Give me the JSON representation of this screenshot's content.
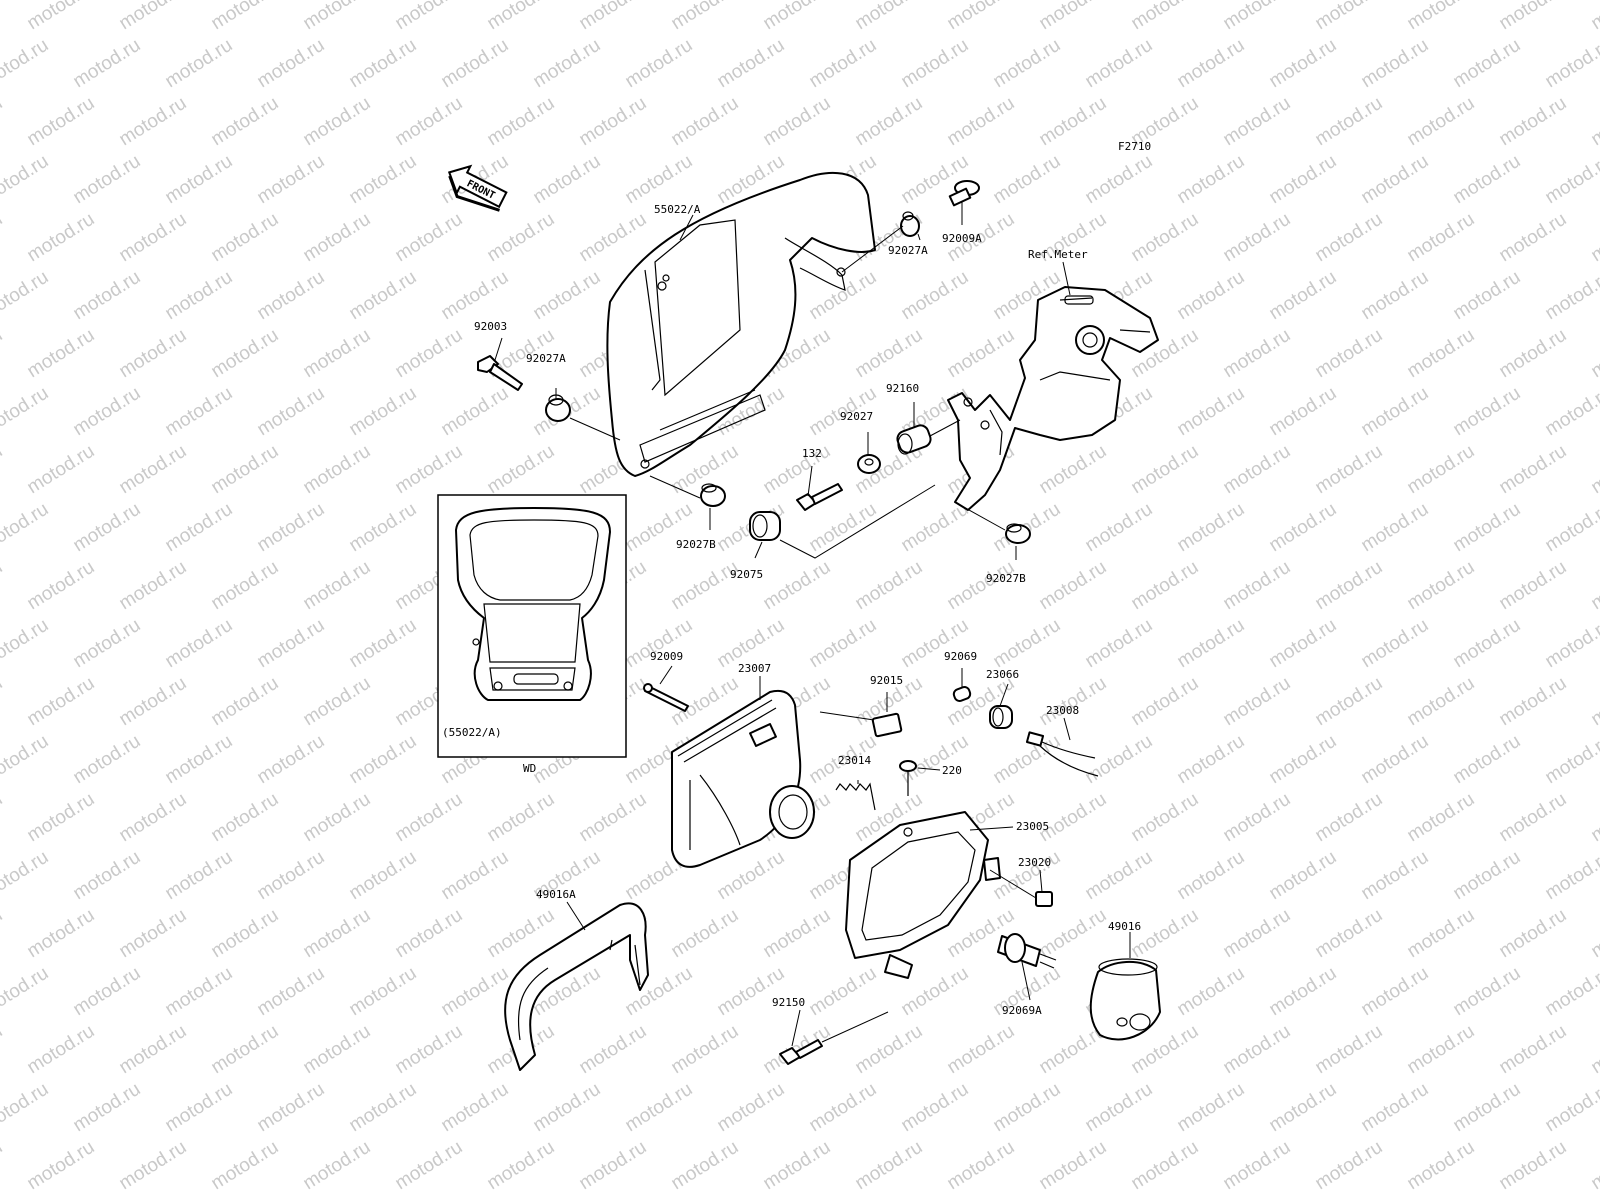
{
  "watermark": "motod.ru",
  "figure_code": "F2710",
  "front_arrow": "FRONT",
  "inset": {
    "caption": "(55022/A)",
    "tag": "WD"
  },
  "labels": [
    {
      "id": "55022a",
      "text": "55022/A"
    },
    {
      "id": "92009a",
      "text": "92009A"
    },
    {
      "id": "92027a_top",
      "text": "92027A"
    },
    {
      "id": "refmeter",
      "text": "Ref.Meter"
    },
    {
      "id": "92003",
      "text": "92003"
    },
    {
      "id": "92027a_left",
      "text": "92027A"
    },
    {
      "id": "92160",
      "text": "92160"
    },
    {
      "id": "92027",
      "text": "92027"
    },
    {
      "id": "132",
      "text": "132"
    },
    {
      "id": "92027b_left",
      "text": "92027B"
    },
    {
      "id": "92075",
      "text": "92075"
    },
    {
      "id": "92027b_right",
      "text": "92027B"
    },
    {
      "id": "92009",
      "text": "92009"
    },
    {
      "id": "23007",
      "text": "23007"
    },
    {
      "id": "92015",
      "text": "92015"
    },
    {
      "id": "92069",
      "text": "92069"
    },
    {
      "id": "23066",
      "text": "23066"
    },
    {
      "id": "23008",
      "text": "23008"
    },
    {
      "id": "23014",
      "text": "23014"
    },
    {
      "id": "220",
      "text": "220"
    },
    {
      "id": "23005",
      "text": "23005"
    },
    {
      "id": "23020",
      "text": "23020"
    },
    {
      "id": "49016a",
      "text": "49016A"
    },
    {
      "id": "49016",
      "text": "49016"
    },
    {
      "id": "92150",
      "text": "92150"
    },
    {
      "id": "92069a",
      "text": "92069A"
    }
  ]
}
